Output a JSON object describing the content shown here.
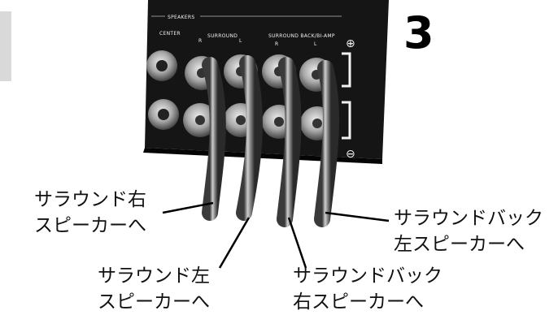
{
  "step_number": "3",
  "panel": {
    "section_label": "SPEAKERS",
    "center_label": "CENTER",
    "surround_label": "SURROUND",
    "surround_back_label": "SURROUND BACK/BI-AMP",
    "right_marker": "R",
    "left_marker": "L",
    "plus_sign": "⊕",
    "minus_sign": "⊖"
  },
  "callouts": {
    "surround_right": "サラウンド右\nスピーカーへ",
    "surround_left": "サラウンド左\nスピーカーへ",
    "surround_back_right": "サラウンドバック\n右スピーカーへ",
    "surround_back_left": "サラウンドバック\n左スピーカーへ"
  }
}
